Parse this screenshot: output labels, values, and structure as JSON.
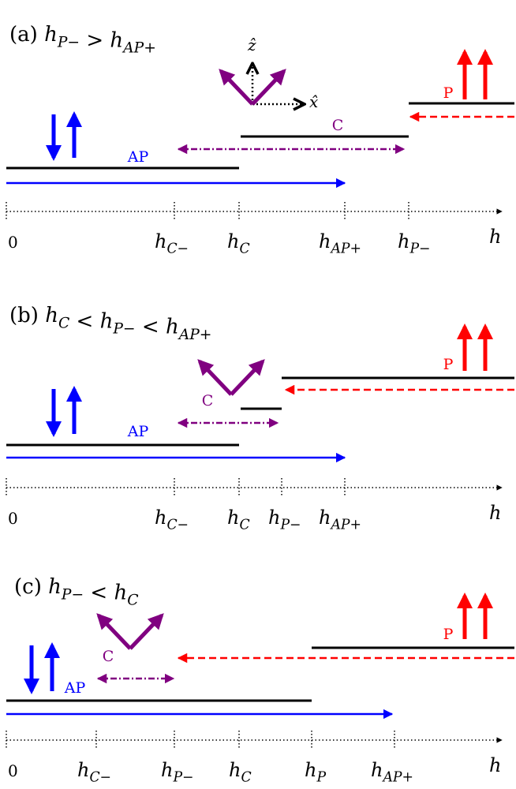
{
  "colors": {
    "black": "#000000",
    "blue": "#0000ff",
    "purple": "#800080",
    "red": "#ff0000"
  },
  "panels": [
    {
      "id": "a",
      "title": {
        "prefix": "(a)",
        "parts": [
          {
            "t": "h",
            "sub": "P−"
          },
          {
            "t": " > "
          },
          {
            "t": "h",
            "sub": "AP+"
          }
        ]
      },
      "labels": {
        "ap": "AP",
        "c": "C",
        "p": "P"
      },
      "axis": {
        "origin": "0",
        "h": "h",
        "ticks": [
          {
            "t": "h",
            "sub": "C−"
          },
          {
            "t": "h",
            "sub": "C"
          },
          {
            "t": "h",
            "sub": "AP+"
          },
          {
            "t": "h",
            "sub": "P−"
          }
        ]
      },
      "frame": {
        "z": "ẑ",
        "x": "x̂"
      }
    },
    {
      "id": "b",
      "title": {
        "prefix": "(b)",
        "parts": [
          {
            "t": "h",
            "sub": "C"
          },
          {
            "t": " < "
          },
          {
            "t": "h",
            "sub": "P−"
          },
          {
            "t": " < "
          },
          {
            "t": "h",
            "sub": "AP+"
          }
        ]
      },
      "labels": {
        "ap": "AP",
        "c": "C",
        "p": "P"
      },
      "axis": {
        "origin": "0",
        "h": "h",
        "ticks": [
          {
            "t": "h",
            "sub": "C−"
          },
          {
            "t": "h",
            "sub": "C"
          },
          {
            "t": "h",
            "sub": "P−"
          },
          {
            "t": "h",
            "sub": "AP+"
          }
        ]
      }
    },
    {
      "id": "c",
      "title": {
        "prefix": "(c)",
        "parts": [
          {
            "t": "h",
            "sub": "P−"
          },
          {
            "t": " < "
          },
          {
            "t": "h",
            "sub": "C"
          }
        ]
      },
      "labels": {
        "ap": "AP",
        "c": "C",
        "p": "P"
      },
      "axis": {
        "origin": "0",
        "h": "h",
        "ticks": [
          {
            "t": "h",
            "sub": "C−"
          },
          {
            "t": "h",
            "sub": "P−"
          },
          {
            "t": "h",
            "sub": "C"
          },
          {
            "t": "h",
            "sub": "P"
          },
          {
            "t": "h",
            "sub": "AP+"
          }
        ]
      }
    }
  ]
}
